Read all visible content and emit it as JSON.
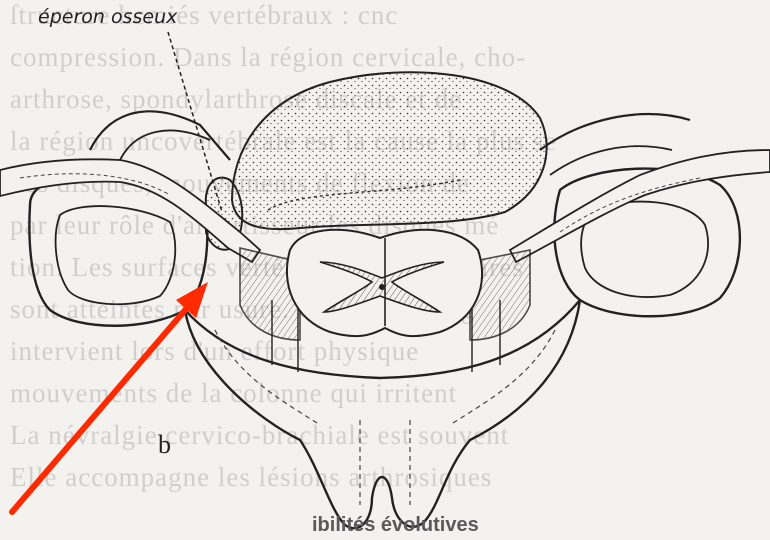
{
  "labels": {
    "bone_spur": "éperon osseux",
    "figure_letter": "b",
    "bottom_fragment": "ibilités évolutives"
  },
  "colors": {
    "background": "#f4f2ef",
    "line": "#222222",
    "arrow": "#ff2a00"
  }
}
